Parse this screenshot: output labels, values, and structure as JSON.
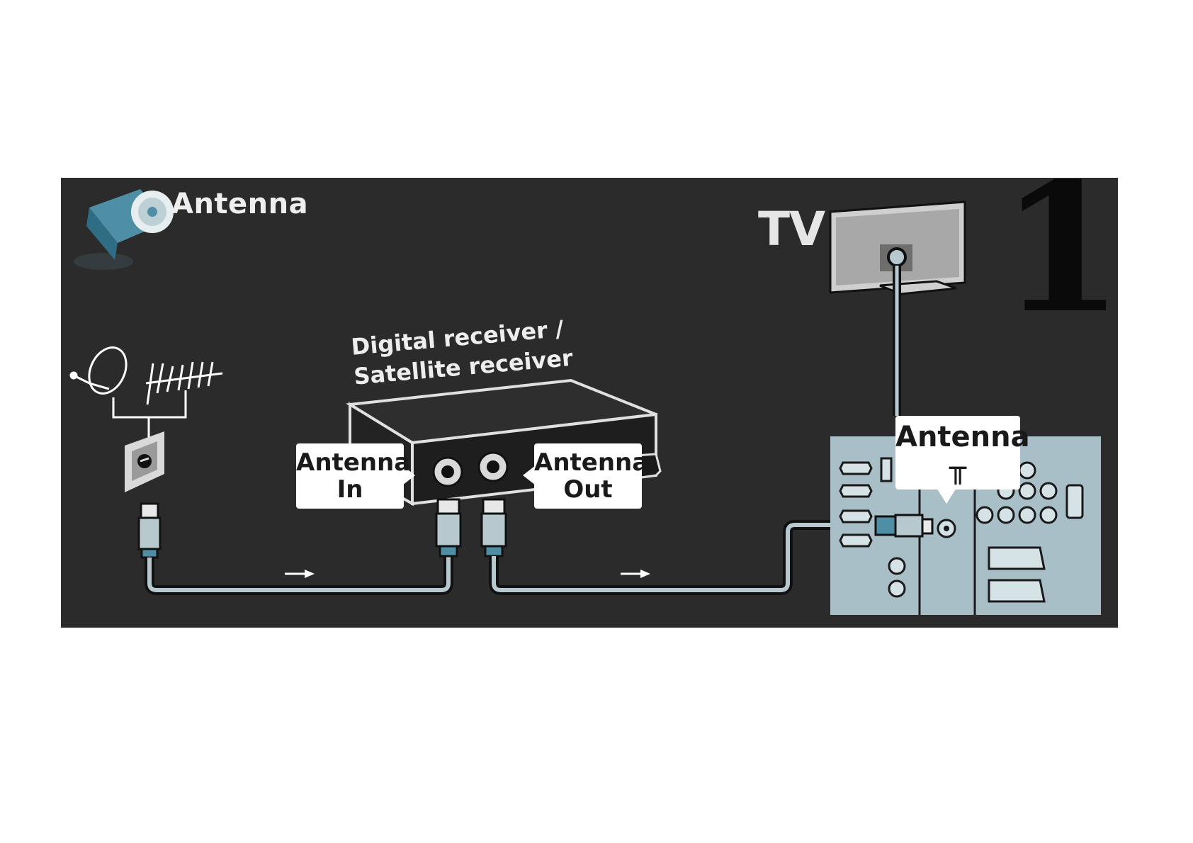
{
  "section": {
    "title": "Antenna",
    "icon": "antenna-plug-icon"
  },
  "step": {
    "number": "1"
  },
  "devices": {
    "tv": {
      "label": "TV"
    },
    "receiver": {
      "label_line1": "Digital receiver /",
      "label_line2": "Satellite receiver"
    }
  },
  "ports": {
    "receiver_in": {
      "line1": "Antenna",
      "line2": "In"
    },
    "receiver_out": {
      "line1": "Antenna",
      "line2": "Out"
    },
    "tv_antenna": {
      "label": "Antenna",
      "symbol": "╥"
    }
  },
  "colors": {
    "panel": "#2b2b2b",
    "cable": "#b7c9cf",
    "tv_connector_panel": "#a9bfc7",
    "label_text": "#eeeeee"
  }
}
